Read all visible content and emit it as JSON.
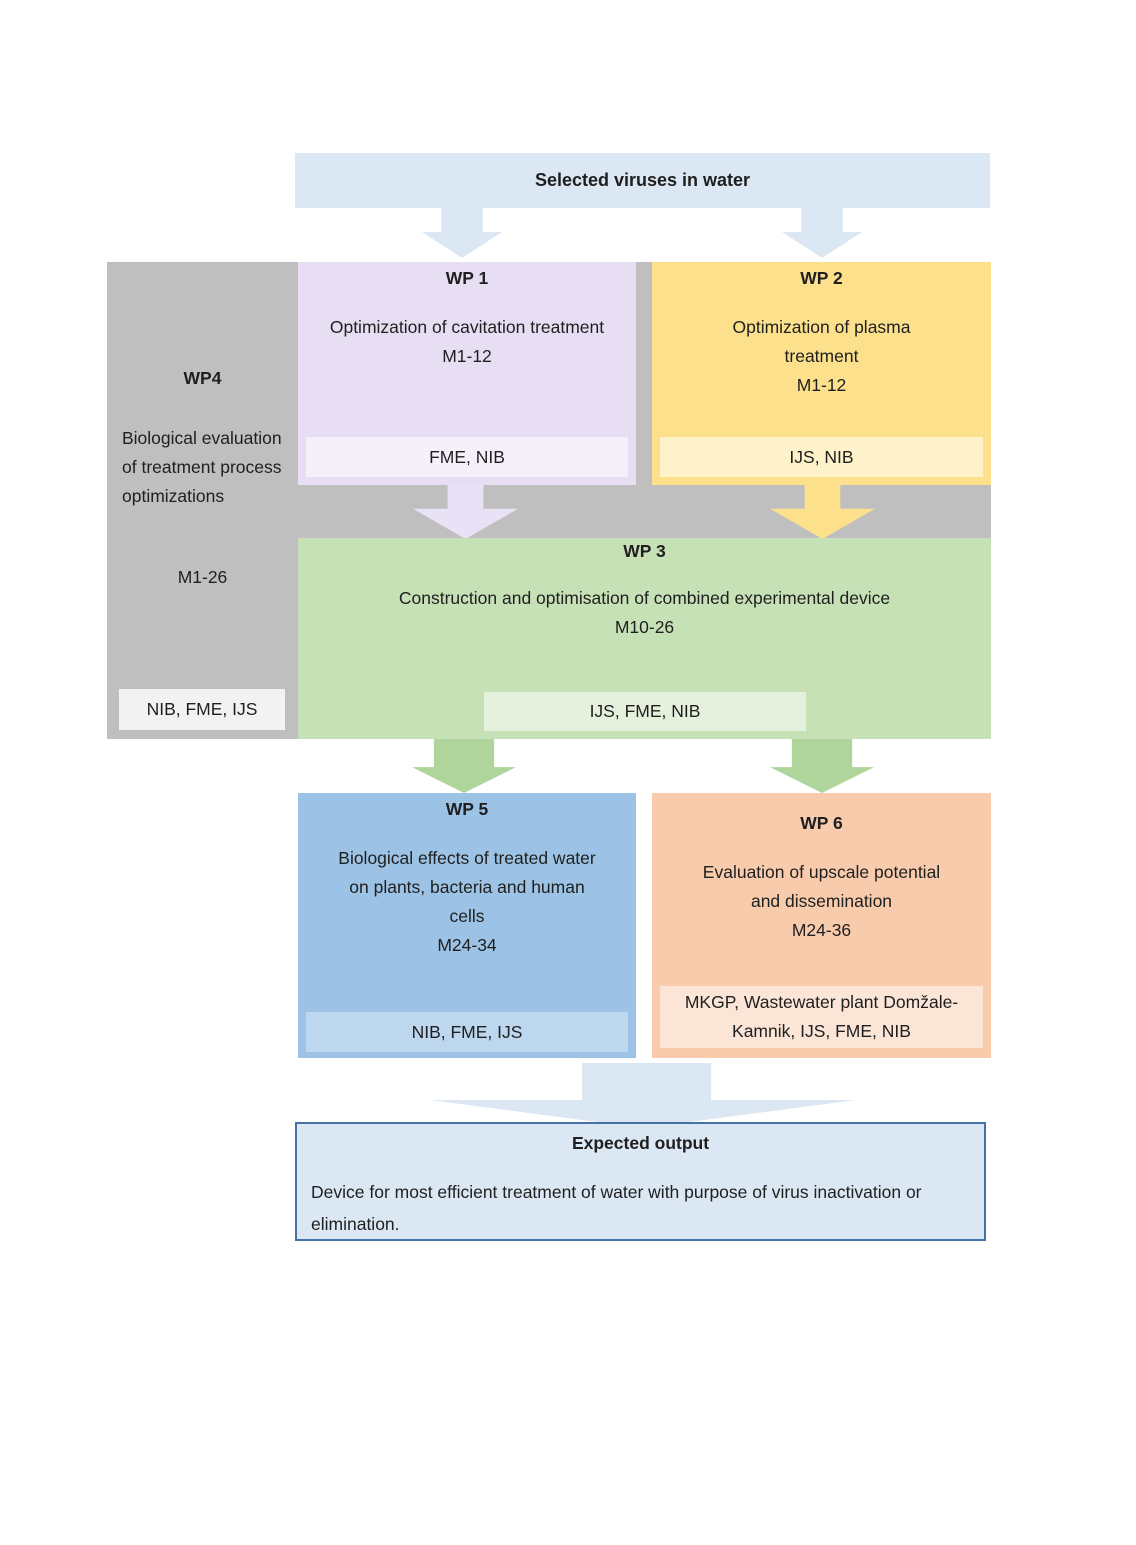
{
  "banner": {
    "label": "Selected viruses in water"
  },
  "wp1": {
    "title": "WP 1",
    "description": "Optimization of cavitation treatment",
    "months": "M1-12",
    "partners": "FME, NIB"
  },
  "wp2": {
    "title": "WP 2",
    "description": "Optimization of plasma treatment",
    "months": "M1-12",
    "partners": "IJS, NIB"
  },
  "wp3": {
    "title": "WP 3",
    "description": "Construction and optimisation of combined experimental device",
    "months": "M10-26",
    "partners": "IJS, FME, NIB"
  },
  "wp4": {
    "title": "WP4",
    "description": "Biological evaluation of treatment process optimizations",
    "months": "M1-26",
    "partners": "NIB, FME, IJS"
  },
  "wp5": {
    "title": "WP 5",
    "description": "Biological effects of treated water on plants, bacteria and human cells",
    "months": "M24-34",
    "partners": "NIB, FME, IJS"
  },
  "wp6": {
    "title": "WP 6",
    "description": "Evaluation of upscale potential and dissemination",
    "months": "M24-36",
    "partners": "MKGP, Wastewater plant Domžale-Kamnik, IJS, FME, NIB"
  },
  "expected_output": {
    "title": "Expected output",
    "description": "Device for most efficient treatment of water with purpose of virus inactivation or elimination."
  },
  "colors": {
    "banner_blue": "#dbe7f3",
    "wp1_purple": "#e7def3",
    "wp1_partner_bg": "#f6f0fb",
    "wp2_yellow": "#fce08c",
    "wp2_partner_bg": "#fdf2c9",
    "wp3_green": "#c7e1b6",
    "wp3_partner_bg": "#e6f1dd",
    "wp4_gray": "#bfbfbf",
    "wp4_partner_bg": "#f2f2f2",
    "wp5_blue": "#9cc3e5",
    "wp5_partner_bg": "#bdd7ee",
    "wp6_orange": "#f8cbad",
    "wp6_partner_bg": "#fbe5d6",
    "purple_arrow": "#e9e1f5",
    "yellow_arrow": "#fce08c",
    "green_arrow": "#b0d59c",
    "output_border": "#4472a8",
    "output_fill": "#dbe7f3"
  }
}
